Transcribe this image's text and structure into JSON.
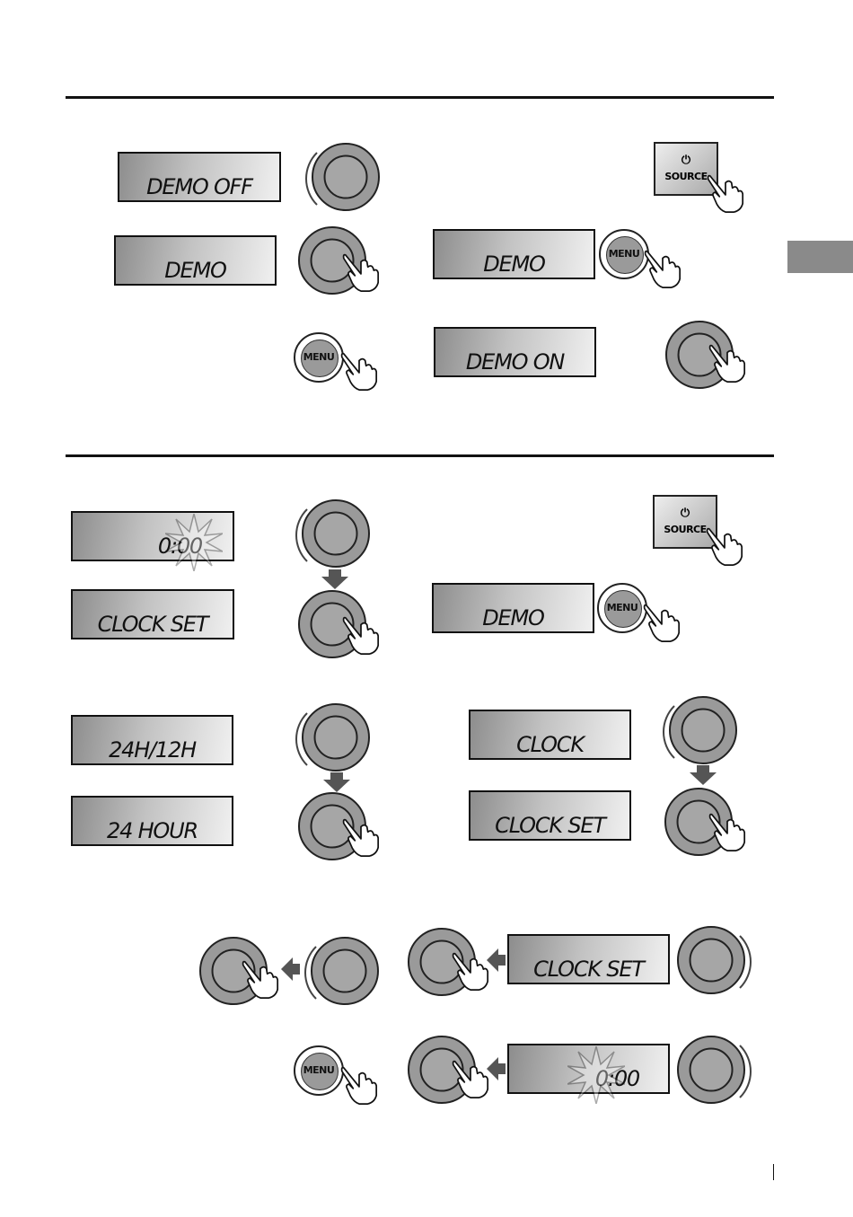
{
  "demo_section": {
    "displays": {
      "demo_off": "DEMO OFF",
      "demo_a": "DEMO",
      "demo_b": "DEMO",
      "demo_on": "DEMO ON"
    },
    "buttons": {
      "menu_1": "MENU",
      "menu_2": "MENU",
      "source": "SOURCE",
      "power_symbol": "⏻"
    }
  },
  "clock_section": {
    "displays": {
      "time_a": "0:00",
      "clock_set_a": "CLOCK SET",
      "hour_mode": "24H/12H",
      "hour_value": "24 HOUR",
      "demo": "DEMO",
      "clock": "CLOCK",
      "clock_set_b": "CLOCK SET",
      "clock_set_c": "CLOCK SET",
      "time_b": "0:00"
    },
    "buttons": {
      "source": "SOURCE",
      "power_symbol": "⏻",
      "menu_1": "MENU",
      "menu_2": "MENU"
    }
  },
  "icons": [
    "control-dial-icon",
    "pointing-hand-icon",
    "down-arrow-icon",
    "left-arrow-icon",
    "flashing-burst-icon",
    "power-icon"
  ],
  "colors": {
    "display_dark": "#8d8d8d",
    "display_light": "#f0f0f0",
    "dial_gray": "#9a9a9a",
    "arrow_gray": "#555555",
    "tab_gray": "#8a8a8a"
  }
}
